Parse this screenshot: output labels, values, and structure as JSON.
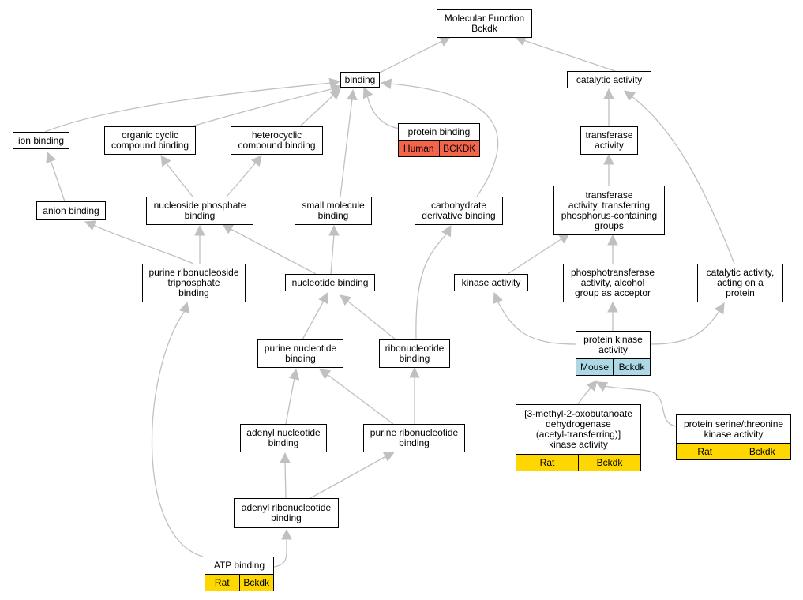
{
  "nodes": {
    "molecular_function": "Molecular Function\nBckdk",
    "binding": "binding",
    "catalytic_activity": "catalytic activity",
    "ion_binding": "ion binding",
    "organic_cyclic_compound_binding": "organic cyclic\ncompound binding",
    "heterocyclic_compound_binding": "heterocyclic\ncompound binding",
    "protein_binding": "protein binding",
    "transferase_activity": "transferase\nactivity",
    "anion_binding": "anion binding",
    "nucleoside_phosphate_binding": "nucleoside phosphate\nbinding",
    "small_molecule_binding": "small molecule\nbinding",
    "carbohydrate_derivative_binding": "carbohydrate\nderivative binding",
    "transferase_phosphorus": "transferase\nactivity, transferring\nphosphorus-containing\ngroups",
    "purine_ribonucleoside_triphosphate_binding": "purine ribonucleoside\ntriphosphate\nbinding",
    "nucleotide_binding": "nucleotide binding",
    "kinase_activity": "kinase activity",
    "phosphotransferase_alcohol": "phosphotransferase\nactivity, alcohol\ngroup as acceptor",
    "catalytic_activity_protein": "catalytic activity,\nacting on a\nprotein",
    "purine_nucleotide_binding": "purine nucleotide\nbinding",
    "ribonucleotide_binding": "ribonucleotide\nbinding",
    "protein_kinase_activity": "protein kinase\nactivity",
    "adenyl_nucleotide_binding": "adenyl nucleotide\nbinding",
    "purine_ribonucleotide_binding": "purine ribonucleotide\nbinding",
    "bckdh_kinase_activity": "[3-methyl-2-oxobutanoate\ndehydrogenase\n(acetyl-transferring)]\nkinase activity",
    "protein_serine_threonine_kinase": "protein serine/threonine\nkinase activity",
    "adenyl_ribonucleotide_binding": "adenyl ribonucleotide\nbinding",
    "atp_binding": "ATP binding"
  },
  "annotations": {
    "protein_binding": [
      "Human",
      "BCKDK"
    ],
    "protein_kinase_activity": [
      "Mouse",
      "Bckdk"
    ],
    "bckdh_kinase_activity": [
      "Rat",
      "Bckdk"
    ],
    "protein_serine_threonine_kinase": [
      "Rat",
      "Bckdk"
    ],
    "atp_binding": [
      "Rat",
      "Bckdk"
    ]
  },
  "colors": {
    "edge": "#c0c0c0",
    "human": "#f4644a",
    "mouse": "#add8e6",
    "rat": "#ffd700"
  }
}
